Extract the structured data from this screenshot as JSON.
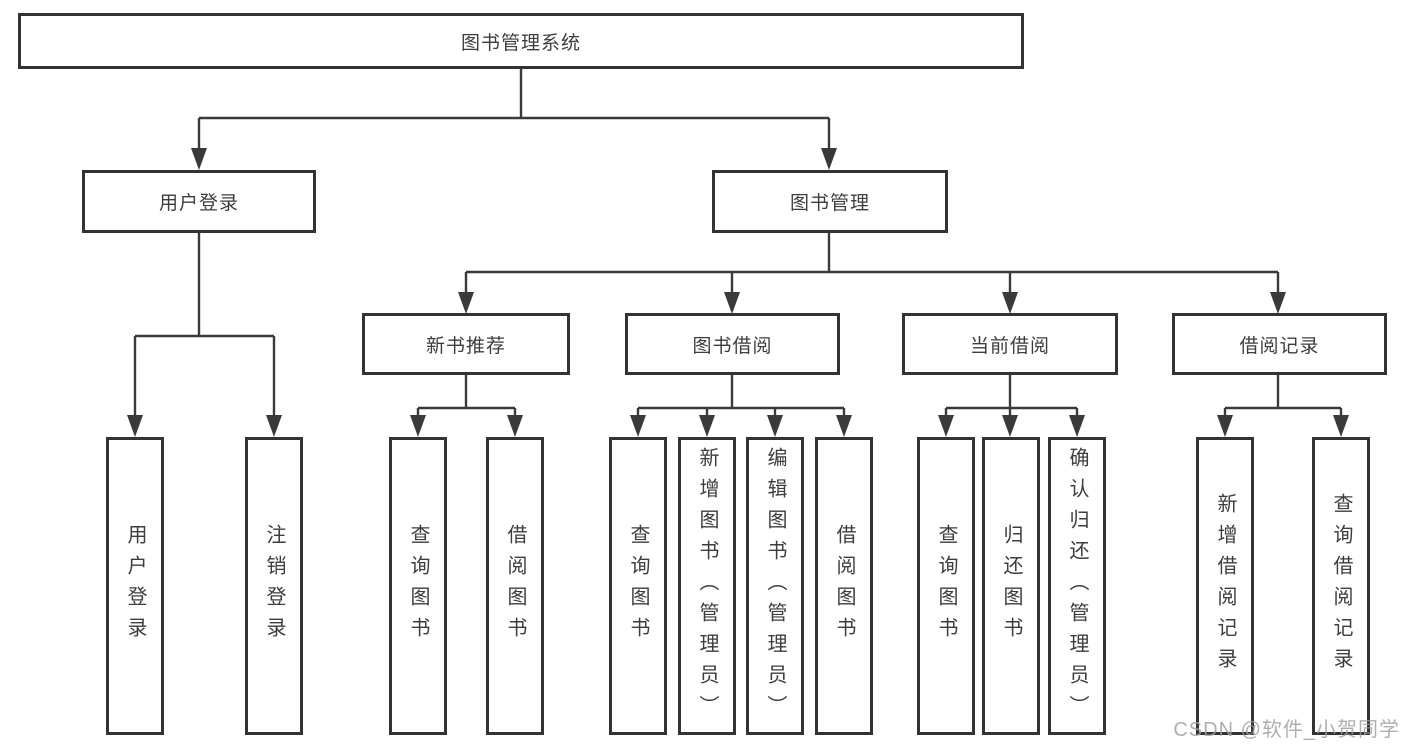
{
  "diagram": {
    "type": "tree",
    "title": "图书管理系统",
    "watermark": "CSDN @软件_小贺同学",
    "colors": {
      "line": "#3a3a3a",
      "box_border": "#333333",
      "text": "#3d3d3d",
      "background": "#ffffff",
      "watermark": "#a0a0a0"
    },
    "nodes": {
      "root": "图书管理系统",
      "user_login": "用户登录",
      "book_mgmt": "图书管理",
      "new_book_rec": "新书推荐",
      "book_borrow": "图书借阅",
      "current_borrow": "当前借阅",
      "borrow_record": "借阅记录",
      "leaves": {
        "user_login": [
          "用户登录",
          "注销登录"
        ],
        "new_book_rec": [
          "查询图书",
          "借阅图书"
        ],
        "book_borrow": [
          "查询图书",
          "新增图书（管理员）",
          "编辑图书（管理员）",
          "借阅图书"
        ],
        "current_borrow": [
          "查询图书",
          "归还图书",
          "确认归还（管理员）"
        ],
        "borrow_record": [
          "新增借阅记录",
          "查询借阅记录"
        ]
      }
    },
    "hierarchy": [
      {
        "parent": "图书管理系统",
        "children": [
          "用户登录",
          "图书管理"
        ]
      },
      {
        "parent": "用户登录",
        "children": [
          "用户登录",
          "注销登录"
        ]
      },
      {
        "parent": "图书管理",
        "children": [
          "新书推荐",
          "图书借阅",
          "当前借阅",
          "借阅记录"
        ]
      },
      {
        "parent": "新书推荐",
        "children": [
          "查询图书",
          "借阅图书"
        ]
      },
      {
        "parent": "图书借阅",
        "children": [
          "查询图书",
          "新增图书（管理员）",
          "编辑图书（管理员）",
          "借阅图书"
        ]
      },
      {
        "parent": "当前借阅",
        "children": [
          "查询图书",
          "归还图书",
          "确认归还（管理员）"
        ]
      },
      {
        "parent": "借阅记录",
        "children": [
          "新增借阅记录",
          "查询借阅记录"
        ]
      }
    ]
  }
}
